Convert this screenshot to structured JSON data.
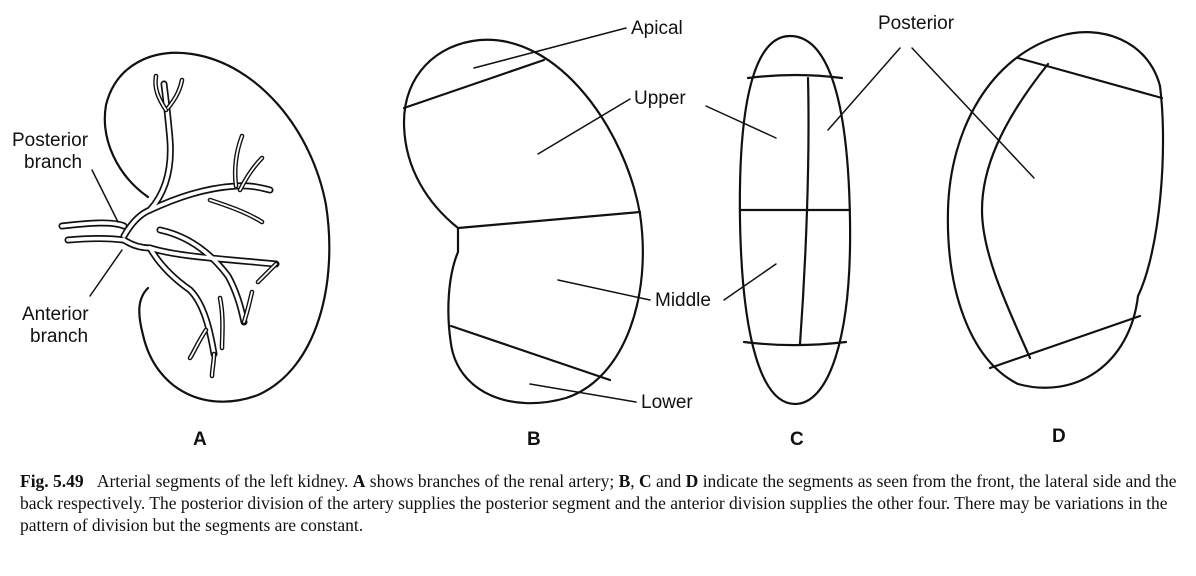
{
  "panels": {
    "a": {
      "letter": "A",
      "labels": {
        "posterior_1": "Posterior",
        "posterior_2": "branch",
        "anterior_1": "Anterior",
        "anterior_2": "branch"
      }
    },
    "b": {
      "letter": "B",
      "labels": {
        "apical": "Apical",
        "upper": "Upper",
        "middle": "Middle",
        "lower": "Lower"
      }
    },
    "c": {
      "letter": "C"
    },
    "d": {
      "letter": "D",
      "labels": {
        "posterior": "Posterior"
      }
    }
  },
  "caption": {
    "figno": "Fig. 5.49",
    "s1": "Arterial segments of the left kidney.",
    "a": "A",
    "s2": "shows branches of the renal artery;",
    "b": "B",
    "s3": ",",
    "c": "C",
    "s4": "and",
    "d": "D",
    "s5": "indicate the segments as seen from the front, the lateral side and the back respectively. The posterior division of the artery supplies the posterior segment and the anterior division supplies the other four. There may be variations in the pattern of division but the segments are constant."
  }
}
